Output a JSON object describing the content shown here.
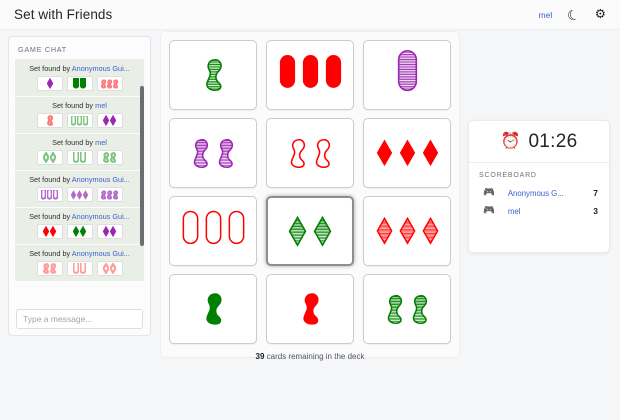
{
  "header": {
    "title": "Set with Friends",
    "user_label": "mel",
    "dark_mode_icon": "moon-icon",
    "settings_icon": "gear-icon"
  },
  "chat": {
    "title": "GAME CHAT",
    "input_placeholder": "Type a message...",
    "messages": [
      {
        "prefix": "Set found by ",
        "author": "Anonymous Gui...",
        "cards": [
          {
            "count": 1,
            "color": "#9b27b0",
            "shape": "diamond",
            "fill": "solid"
          },
          {
            "count": 2,
            "color": "#008000",
            "shape": "oval",
            "fill": "solid"
          },
          {
            "count": 3,
            "color": "#ff7b7b",
            "shape": "squiggle",
            "fill": "striped"
          }
        ]
      },
      {
        "prefix": "Set found by ",
        "author": "mel",
        "cards": [
          {
            "count": 1,
            "color": "#ff7b7b",
            "shape": "squiggle",
            "fill": "striped"
          },
          {
            "count": 3,
            "color": "#7fc47f",
            "shape": "oval",
            "fill": "open"
          },
          {
            "count": 2,
            "color": "#9b27b0",
            "shape": "diamond",
            "fill": "solid"
          }
        ]
      },
      {
        "prefix": "Set found by ",
        "author": "mel",
        "cards": [
          {
            "count": 2,
            "color": "#7fc47f",
            "shape": "diamond",
            "fill": "open"
          },
          {
            "count": 2,
            "color": "#7fc47f",
            "shape": "oval",
            "fill": "open"
          },
          {
            "count": 2,
            "color": "#7fc47f",
            "shape": "squiggle",
            "fill": "open"
          }
        ]
      },
      {
        "prefix": "Set found by ",
        "author": "Anonymous Gui...",
        "cards": [
          {
            "count": 3,
            "color": "#b46bc9",
            "shape": "oval",
            "fill": "open"
          },
          {
            "count": 3,
            "color": "#b46bc9",
            "shape": "diamond",
            "fill": "solid"
          },
          {
            "count": 3,
            "color": "#b46bc9",
            "shape": "squiggle",
            "fill": "striped"
          }
        ]
      },
      {
        "prefix": "Set found by ",
        "author": "Anonymous Gui...",
        "cards": [
          {
            "count": 2,
            "color": "#ff0000",
            "shape": "diamond",
            "fill": "solid"
          },
          {
            "count": 2,
            "color": "#008000",
            "shape": "diamond",
            "fill": "solid"
          },
          {
            "count": 2,
            "color": "#9b27b0",
            "shape": "diamond",
            "fill": "solid"
          }
        ]
      },
      {
        "prefix": "Set found by ",
        "author": "Anonymous Gui...",
        "cards": [
          {
            "count": 2,
            "color": "#ff9b9b",
            "shape": "squiggle",
            "fill": "striped"
          },
          {
            "count": 2,
            "color": "#ff9b9b",
            "shape": "oval",
            "fill": "open"
          },
          {
            "count": 2,
            "color": "#ff9b9b",
            "shape": "diamond",
            "fill": "open"
          }
        ]
      }
    ]
  },
  "board": {
    "deck_prefix": "39",
    "deck_text": " cards remaining in the deck",
    "cards": [
      {
        "count": 1,
        "color": "#008000",
        "shape": "squiggle",
        "fill": "striped",
        "selected": false
      },
      {
        "count": 3,
        "color": "#ff0000",
        "shape": "oval",
        "fill": "solid",
        "selected": false
      },
      {
        "count": 1,
        "color": "#9b27b0",
        "shape": "oval",
        "fill": "striped",
        "selected": false
      },
      {
        "count": 2,
        "color": "#9b27b0",
        "shape": "squiggle",
        "fill": "striped",
        "selected": false
      },
      {
        "count": 2,
        "color": "#ff0000",
        "shape": "squiggle",
        "fill": "open",
        "selected": false
      },
      {
        "count": 3,
        "color": "#ff0000",
        "shape": "diamond",
        "fill": "solid",
        "selected": false
      },
      {
        "count": 3,
        "color": "#ff0000",
        "shape": "oval",
        "fill": "open",
        "selected": false
      },
      {
        "count": 2,
        "color": "#008000",
        "shape": "diamond",
        "fill": "striped",
        "selected": true
      },
      {
        "count": 3,
        "color": "#ff0000",
        "shape": "diamond",
        "fill": "striped",
        "selected": false
      },
      {
        "count": 1,
        "color": "#008000",
        "shape": "squiggle",
        "fill": "solid",
        "selected": false
      },
      {
        "count": 1,
        "color": "#ff0000",
        "shape": "squiggle",
        "fill": "solid",
        "selected": false
      },
      {
        "count": 2,
        "color": "#008000",
        "shape": "squiggle",
        "fill": "striped",
        "selected": false
      }
    ]
  },
  "scoreboard": {
    "timer_icon": "alarm-clock-icon",
    "timer": "01:26",
    "title": "SCOREBOARD",
    "players": [
      {
        "icon": "gamepad-icon",
        "name": "Anonymous G...",
        "score": "7"
      },
      {
        "icon": "gamepad-icon",
        "name": "mel",
        "score": "3"
      }
    ]
  },
  "colors": {
    "red": "#ff0000",
    "green": "#008000",
    "purple": "#9b27b0",
    "link": "#3a5fcd",
    "chat_msg_bg": "#e9efe6"
  }
}
